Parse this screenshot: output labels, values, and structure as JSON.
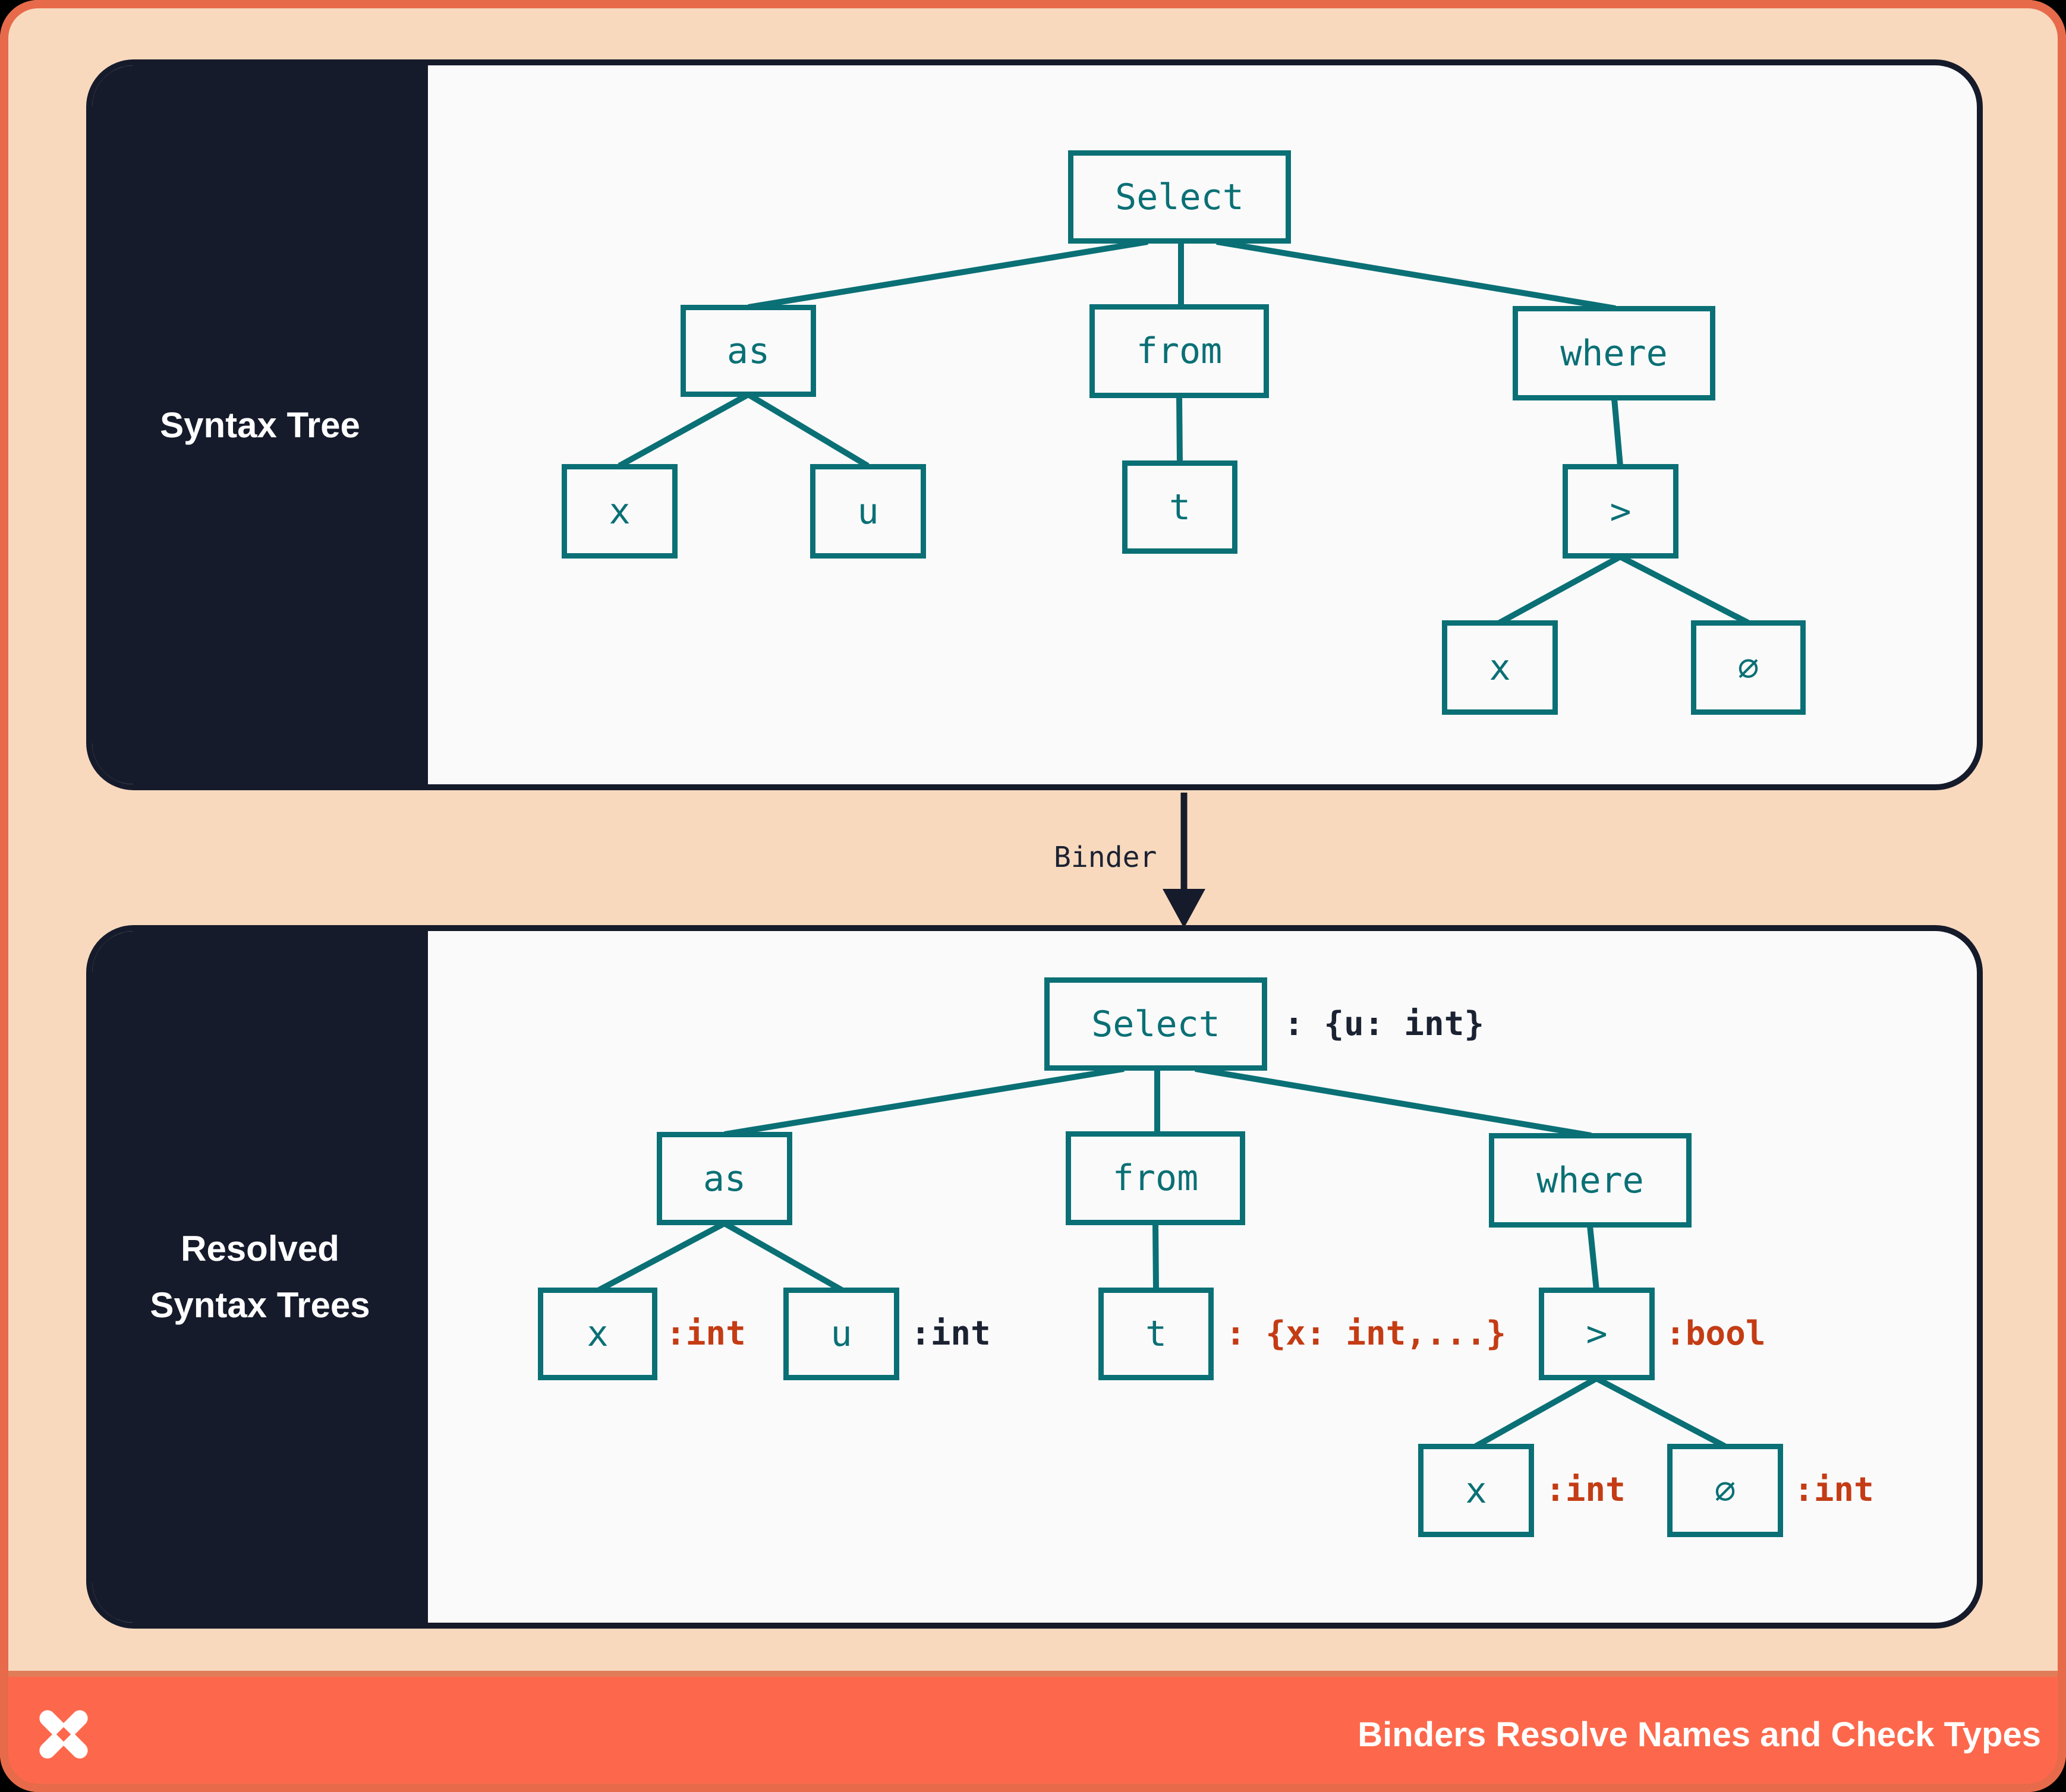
{
  "panels": {
    "syntax": {
      "label": "Syntax Tree"
    },
    "resolved": {
      "label_line1": "Resolved",
      "label_line2": "Syntax Trees"
    }
  },
  "binder": {
    "arrow_label": "Binder"
  },
  "syntax_tree": {
    "select": "Select",
    "as": "as",
    "from": "from",
    "where": "where",
    "x": "x",
    "u": "u",
    "t": "t",
    "gt": ">",
    "x2": "x",
    "zero": "∅"
  },
  "resolved_tree": {
    "select": "Select",
    "select_type": ": {u: int}",
    "as": "as",
    "x": "x",
    "x_type": ":int",
    "u": "u",
    "u_type": ":int",
    "from": "from",
    "t": "t",
    "t_type": ": {x: int,...}",
    "where": "where",
    "gt": ">",
    "gt_type": ":bool",
    "x2": "x",
    "x2_type": ":int",
    "zero": "∅",
    "zero_type": ":int"
  },
  "footer": {
    "caption": "Binders Resolve Names and Check Types",
    "logo": "x-star-logo"
  },
  "colors": {
    "teal": "#0A7075",
    "red": "#C43C14",
    "navy": "#161B2B",
    "peach": "#F8D9BE",
    "outer_border": "#E76A4A",
    "footer_bar": "#FD684C",
    "panel_background": "#FAFAFB"
  }
}
